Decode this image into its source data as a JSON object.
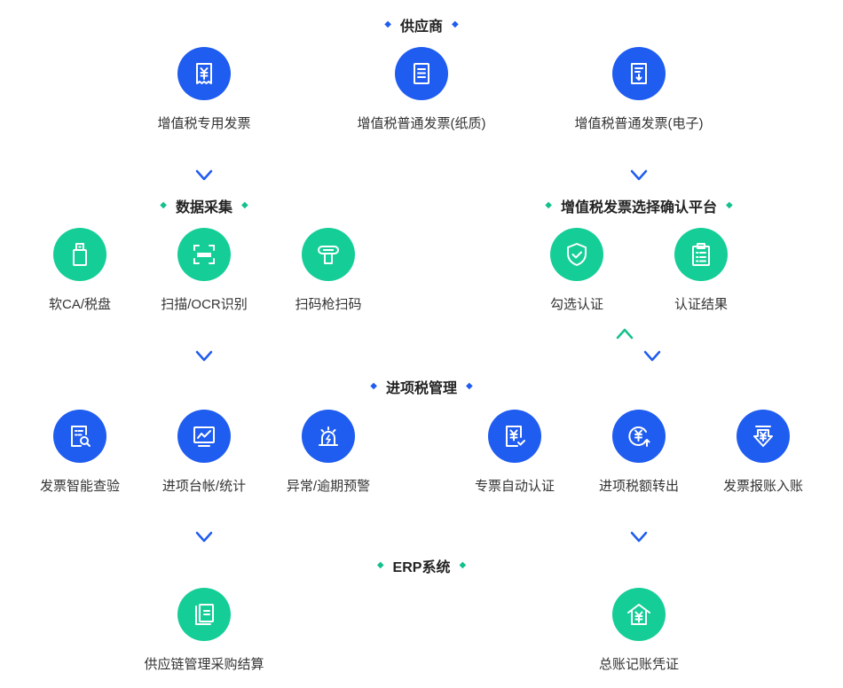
{
  "colors": {
    "blue": "#1f5cf0",
    "green": "#15ce97",
    "arrow_blue": "#1f5cf0",
    "arrow_green": "#14c08e"
  },
  "headers": {
    "supplier": "供应商",
    "data_collection": "数据采集",
    "vat_platform": "增值税发票选择确认平台",
    "input_tax_mgmt": "进项税管理",
    "erp": "ERP系统"
  },
  "nodes": {
    "vat_special_invoice": {
      "label": "增值税专用发票",
      "icon": "yen-receipt-icon"
    },
    "vat_normal_paper": {
      "label": "增值税普通发票(纸质)",
      "icon": "document-list-icon"
    },
    "vat_normal_electronic": {
      "label": "增值税普通发票(电子)",
      "icon": "document-download-icon"
    },
    "soft_ca": {
      "label": "软CA/税盘",
      "icon": "usb-key-icon"
    },
    "scan_ocr": {
      "label": "扫描/OCR识别",
      "icon": "scan-frame-icon"
    },
    "barcode_gun": {
      "label": "扫码枪扫码",
      "icon": "barcode-scanner-icon"
    },
    "tick_certify": {
      "label": "勾选认证",
      "icon": "shield-check-icon"
    },
    "certify_result": {
      "label": "认证结果",
      "icon": "clipboard-list-icon"
    },
    "smart_verify": {
      "label": "发票智能查验",
      "icon": "document-search-icon"
    },
    "ledger_stats": {
      "label": "进项台帐/统计",
      "icon": "monitor-chart-icon"
    },
    "alert": {
      "label": "异常/逾期预警",
      "icon": "alarm-light-icon"
    },
    "auto_certify": {
      "label": "专票自动认证",
      "icon": "yen-document-check-icon"
    },
    "tax_transfer": {
      "label": "进项税额转出",
      "icon": "yen-transfer-icon"
    },
    "reimburse": {
      "label": "发票报账入账",
      "icon": "yen-arrow-down-icon"
    },
    "supply_chain": {
      "label": "供应链管理采购结算",
      "icon": "book-pages-icon"
    },
    "general_ledger": {
      "label": "总账记账凭证",
      "icon": "yen-house-icon"
    }
  }
}
